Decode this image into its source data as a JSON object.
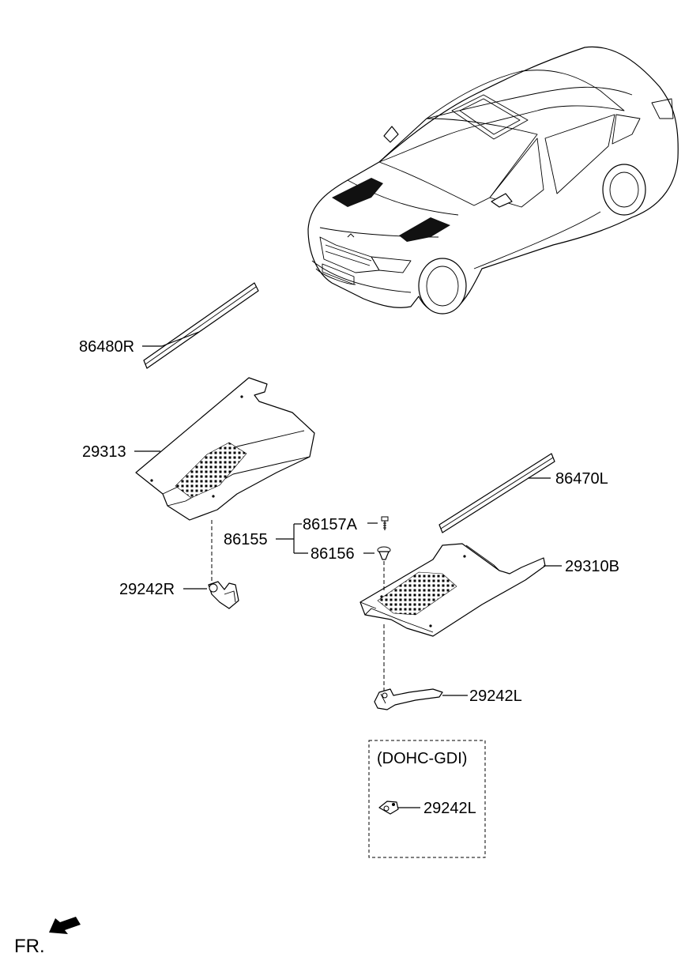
{
  "diagram": {
    "parts": {
      "p86480R": "86480R",
      "p29313": "29313",
      "p86470L": "86470L",
      "p86155": "86155",
      "p86157A": "86157A",
      "p86156": "86156",
      "p29310B": "29310B",
      "p29242R": "29242R",
      "p29242L": "29242L",
      "p29242L_gdi": "29242L"
    },
    "variant_box_label": "(DOHC-GDI)",
    "direction_label": "FR."
  }
}
